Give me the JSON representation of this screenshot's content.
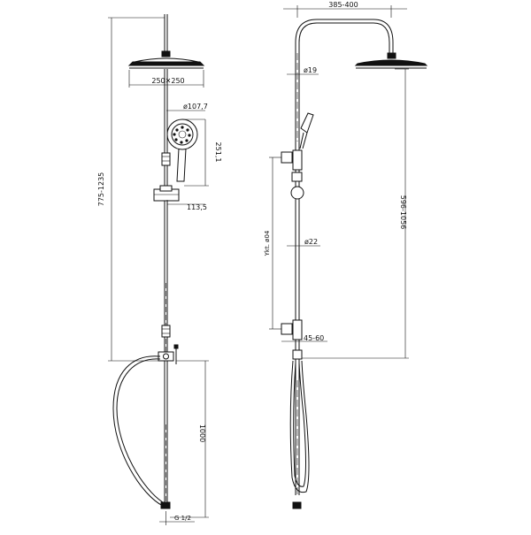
{
  "front_view": {
    "dimensions": {
      "head_width": "250✕250",
      "handset_diameter": "ø107,7",
      "handset_height": "251,1",
      "holder_offset": "113,5",
      "overall_height": "775-1235",
      "lower_height": "1000",
      "hose_end": "G 1/2"
    }
  },
  "side_view": {
    "dimensions": {
      "arm_reach": "385-400",
      "pipe_upper_diameter": "ø19",
      "pipe_lower_diameter": "ø22",
      "mount_spacing": "Ykt. ø04",
      "bracket_depth": "45-60",
      "height_range": "596-1056"
    }
  },
  "colors": {
    "line": "#111111",
    "background": "#ffffff"
  }
}
